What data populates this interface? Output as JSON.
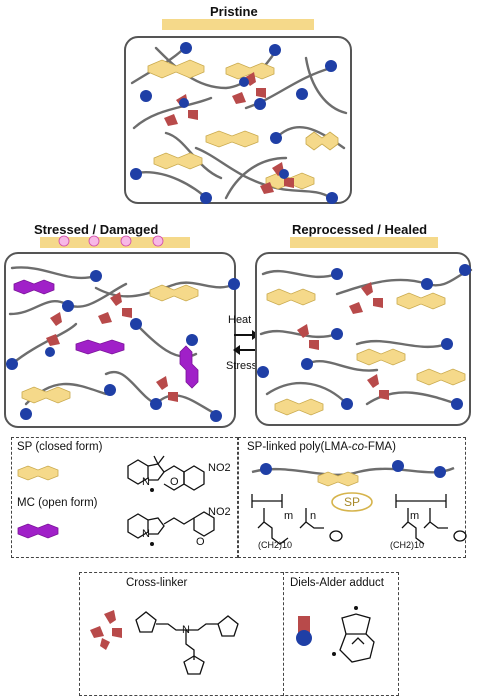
{
  "titles": {
    "pristine": "Pristine",
    "stressed": "Stressed / Damaged",
    "reprocessed": "Reprocessed / Healed"
  },
  "arrows": {
    "heat": "Heat",
    "stress": "Stress"
  },
  "legend": {
    "sp_closed": "SP (closed form)",
    "mc_open": "MC (open form)",
    "polymer_title_pre": "SP-linked poly(LMA-",
    "polymer_title_co": "co",
    "polymer_title_post": "-FMA)",
    "sp_badge": "SP",
    "cross_linker": "Cross-linker",
    "diels_alder": "Diels-Alder adduct"
  },
  "chemistry": {
    "no2": "NO2",
    "o": "O",
    "n": "N",
    "m": "m",
    "n_sub": "n",
    "ch2_10": "(CH2)10"
  },
  "colors": {
    "sp_yellow": "#f5d98a",
    "mc_purple": "#a020c8",
    "crosslinker_red": "#b84a4a",
    "adduct_blue": "#1f3fa6",
    "chain_gray": "#6d6d6d"
  }
}
